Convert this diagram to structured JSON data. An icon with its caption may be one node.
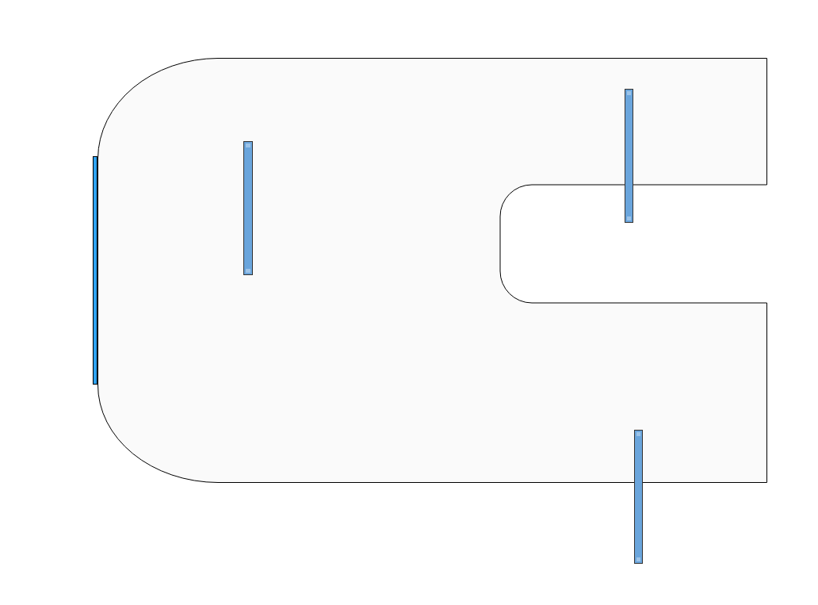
{
  "diagram": {
    "nodes": [
      {
        "text": [],
        "shape": "box"
      },
      {
        "text": [],
        "shape": "bar"
      },
      {
        "text": [],
        "shape": "bar",
        "in": 0
      },
      {
        "text": [],
        "shape": "bar",
        "in": 0
      },
      {
        "text": [],
        "shape": "bar"
      }
    ]
  }
}
